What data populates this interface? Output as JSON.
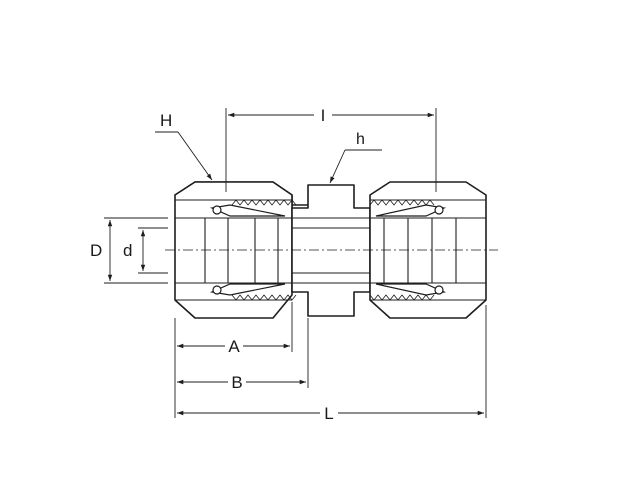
{
  "labels": {
    "H": "H",
    "I": "I",
    "h": "h",
    "D": "D",
    "d": "d",
    "A": "A",
    "B": "B",
    "L": "L"
  },
  "colors": {
    "line": "#1e1e1e",
    "background": "#ffffff"
  }
}
